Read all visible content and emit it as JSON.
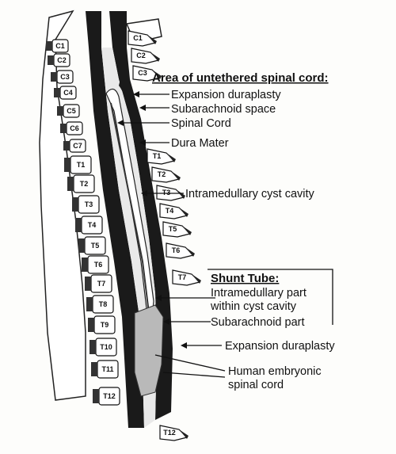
{
  "vertebrae_left": [
    "C1",
    "C2",
    "C3",
    "C4",
    "C5",
    "C6",
    "C7",
    "T1",
    "T2",
    "T3",
    "T4",
    "T5",
    "T6",
    "T7",
    "T8",
    "T9",
    "T10",
    "T11",
    "T12"
  ],
  "vertebrae_right": [
    "C1",
    "C2",
    "C3",
    "T1",
    "T2",
    "T3",
    "T4",
    "T5",
    "T6",
    "T7",
    "T12"
  ],
  "labels": {
    "area_heading": "Area of untethered spinal cord:",
    "expansion_duraplasty_top": "Expansion duraplasty",
    "subarachnoid_space": "Subarachnoid space",
    "spinal_cord": "Spinal Cord",
    "dura_mater": "Dura Mater",
    "intramedullary_cyst": "Intramedullary cyst cavity",
    "shunt_heading": "Shunt Tube:",
    "intramedullary_part_1": "Intramedullary part",
    "intramedullary_part_2": "within cyst cavity",
    "subarachnoid_part": "Subarachnoid part",
    "expansion_duraplasty_bottom": "Expansion duraplasty",
    "embryonic_1": "Human embryonic",
    "embryonic_2": "spinal cord"
  }
}
